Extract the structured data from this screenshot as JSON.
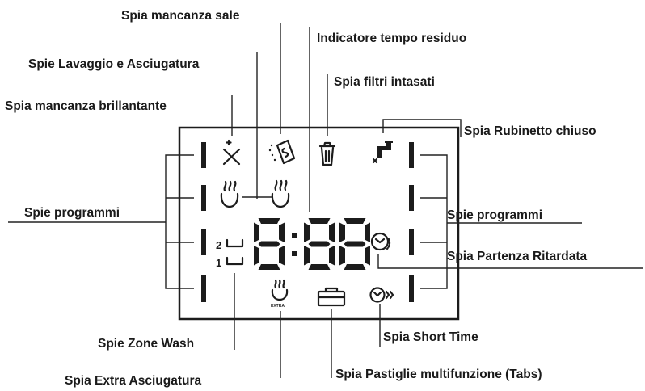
{
  "labels": {
    "salt": "Spia mancanza sale",
    "remaining_time": "Indicatore tempo residuo",
    "wash_dry": "Spie Lavaggio e Asciugatura",
    "filters": "Spia filtri intasati",
    "rinse_aid": "Spia mancanza brillantante",
    "tap_closed": "Spia Rubinetto chiuso",
    "programs_left": "Spie programmi",
    "programs_right": "Spie programmi",
    "delay_start": "Spia Partenza Ritardata",
    "zone_wash": "Spie Zone Wash",
    "short_time": "Spia Short Time",
    "extra_dry": "Spia Extra Asciugatura",
    "tabs": "Spia Pastiglie multifunzione (Tabs)"
  },
  "display": {
    "zone_upper": "2",
    "zone_lower": "1",
    "extra_text": "EXTRA"
  }
}
